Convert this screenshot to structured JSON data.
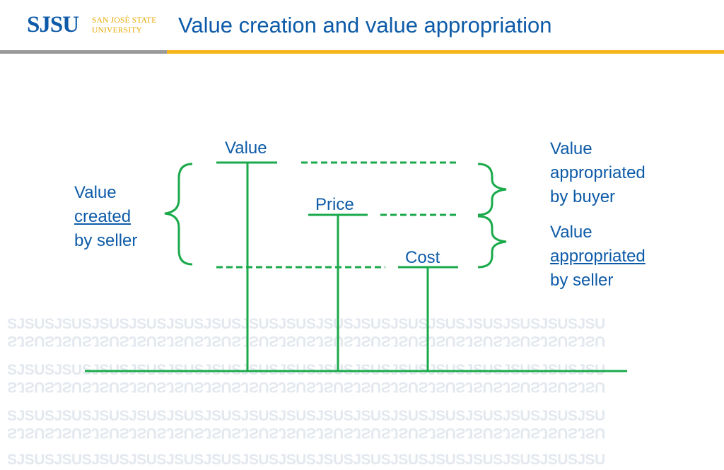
{
  "header": {
    "logo_mark": "SJSU",
    "logo_line1": "SAN JOSÉ STATE",
    "logo_line2": "UNIVERSITY",
    "title": "Value creation and value appropriation"
  },
  "diagram": {
    "value_label": "Value",
    "price_label": "Price",
    "cost_label": "Cost",
    "created": {
      "line1": "Value",
      "line2": "created",
      "line3": "by seller"
    },
    "buyer": {
      "line1": "Value",
      "line2": "appropriated",
      "line3": "by buyer"
    },
    "seller": {
      "line1": "Value",
      "line2": "appropriated ",
      "line3": "by seller"
    }
  },
  "watermark": {
    "text": "SJSUSJSUSJSUSJSUSJSUSJSUSJSUSJSUSJSUSJSUSJSUSJSUSJSUSJSUSJSUSJSU"
  },
  "colors": {
    "title_blue": "#0d5ba8",
    "line_green": "#1aaa4b",
    "gold": "#f4b61a",
    "gray": "#9a9a9a"
  }
}
